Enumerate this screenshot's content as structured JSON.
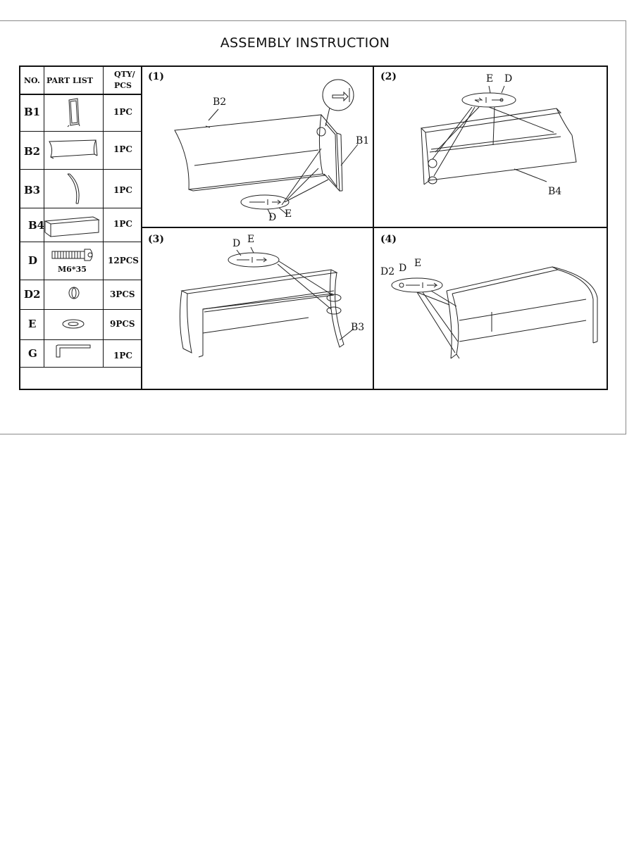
{
  "title": "ASSEMBLY  INSTRUCTION",
  "parts_table": {
    "headers": {
      "no": "NO.",
      "part_list": "PART LIST",
      "qty_line1": "QTY/",
      "qty_line2": "PCS"
    },
    "rows": [
      {
        "no": "B1",
        "qty": "1PC",
        "icon": "side-arm-frame-icon"
      },
      {
        "no": "B2",
        "qty": "1PC",
        "icon": "backrest-panel-icon"
      },
      {
        "no": "B3",
        "qty": "1PC",
        "icon": "curved-side-panel-icon"
      },
      {
        "no": "B4",
        "qty": "1PC",
        "icon": "front-rail-icon"
      },
      {
        "no": "D",
        "qty": "12PCS",
        "icon": "bolt-icon",
        "sub_label": "M6*35"
      },
      {
        "no": "D2",
        "qty": "3PCS",
        "icon": "cap-icon"
      },
      {
        "no": "E",
        "qty": "9PCS",
        "icon": "washer-icon"
      },
      {
        "no": "G",
        "qty": "1PC",
        "icon": "allen-key-icon"
      }
    ]
  },
  "steps": [
    {
      "number": "(1)",
      "labels": {
        "b2": "B2",
        "b1": "B1",
        "d": "D",
        "e": "E"
      }
    },
    {
      "number": "(2)",
      "labels": {
        "e": "E",
        "d": "D",
        "b4": "B4"
      }
    },
    {
      "number": "(3)",
      "labels": {
        "d": "D",
        "e": "E",
        "b3": "B3"
      }
    },
    {
      "number": "(4)",
      "labels": {
        "d2": "D2",
        "d": "D",
        "e": "E"
      }
    }
  ]
}
